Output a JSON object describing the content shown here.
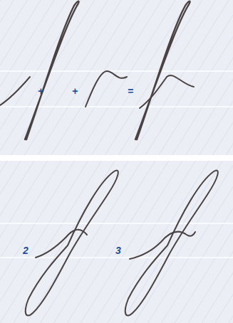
{
  "diagram": {
    "labels": [
      "+",
      "+",
      "=",
      "2",
      "3"
    ]
  }
}
